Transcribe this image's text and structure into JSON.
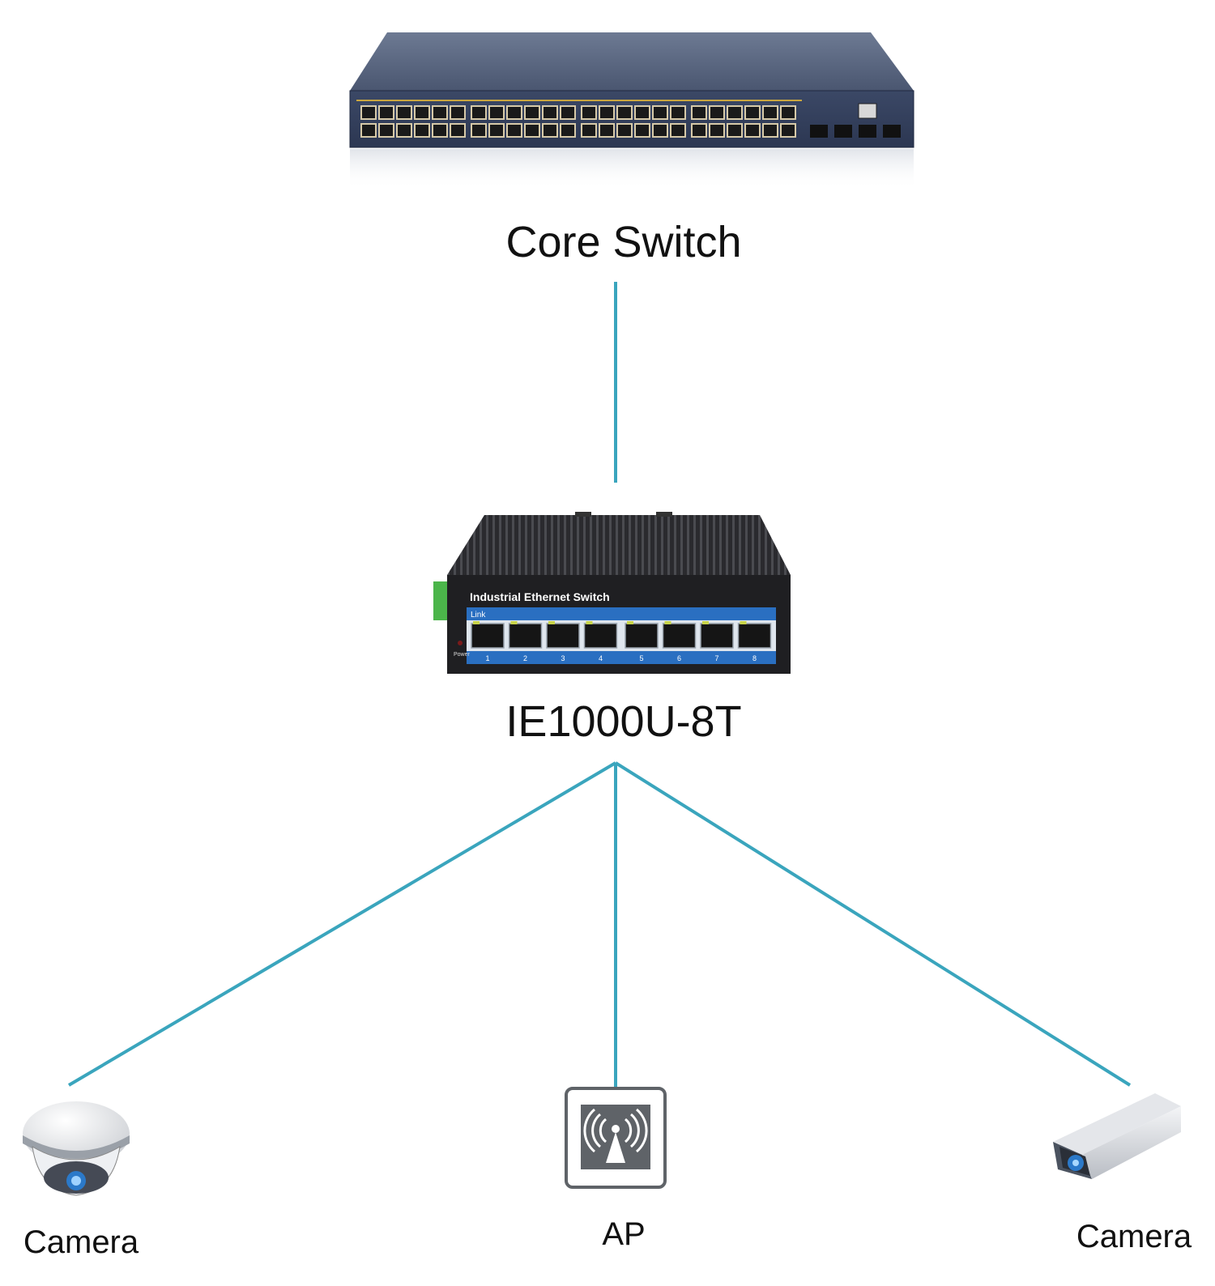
{
  "diagram": {
    "link_color": "#3aa5bd",
    "nodes": {
      "core_switch": {
        "label": "Core Switch"
      },
      "edge_switch": {
        "label": "IE1000U-8T",
        "panel_title": "Industrial Ethernet Switch",
        "link_text": "Link",
        "power_text": "Power",
        "port_numbers": [
          "1",
          "2",
          "3",
          "4",
          "5",
          "6",
          "7",
          "8"
        ]
      },
      "camera_dome": {
        "label": "Camera",
        "icon": "dome-camera-icon"
      },
      "access_point": {
        "label": "AP",
        "icon": "wireless-ap-icon"
      },
      "camera_bullet": {
        "label": "Camera",
        "icon": "bullet-camera-icon"
      }
    }
  }
}
